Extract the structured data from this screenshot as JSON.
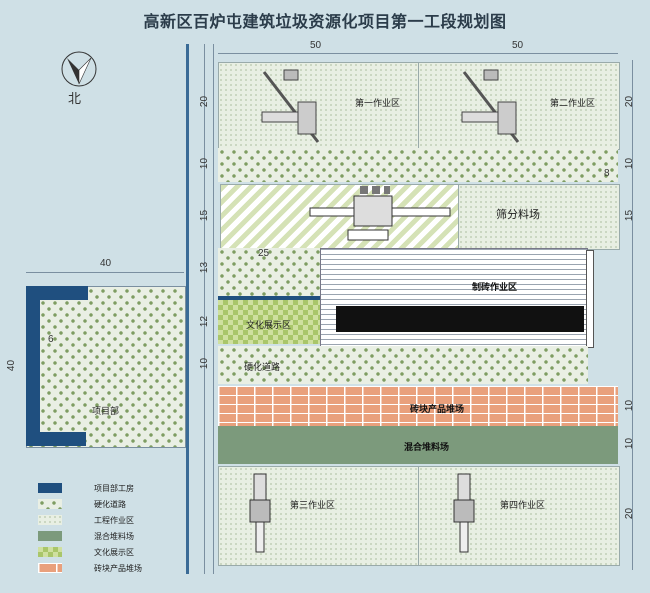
{
  "title": "高新区百炉屯建筑垃圾资源化项目第一工段规划图",
  "compass": {
    "label": "北"
  },
  "dimensions": {
    "top_left_50": "50",
    "top_right_50": "50",
    "right_20_top": "20",
    "left_20_top": "20",
    "left_10_a": "10",
    "right_10_a": "10",
    "right_8": "8",
    "left_15": "15",
    "right_15": "15",
    "dim_25": "25",
    "left_13": "13",
    "left_12": "12",
    "left_10_b": "10",
    "right_10_b": "10",
    "right_10_c": "10",
    "right_20_bottom": "20",
    "block_40_top": "40",
    "block_40_left": "40",
    "block_6": "6"
  },
  "zones": {
    "work1": "第一作业区",
    "work2": "第二作业区",
    "sieve": "筛分料场",
    "brick_work": "制砖作业区",
    "culture": "文化展示区",
    "hard_road": "硬化道路",
    "brick_product": "砖块产品堆场",
    "mixed": "混合堆料场",
    "work3": "第三作业区",
    "work4": "第四作业区",
    "project_dept": "项目部"
  },
  "legend": [
    {
      "label": "项目部工房",
      "swatch": "navy"
    },
    {
      "label": "硬化道路",
      "swatch": "road"
    },
    {
      "label": "工程作业区",
      "swatch": "workarea"
    },
    {
      "label": "混合堆料场",
      "swatch": "green-mix"
    },
    {
      "label": "文化展示区",
      "swatch": "checker"
    },
    {
      "label": "砖块产品堆场",
      "swatch": "brick-band"
    }
  ],
  "colors": {
    "background": "#cfe0e6",
    "navy": "#1f4f7f",
    "mixed_green": "#7c9a7c",
    "brick": "#e9a07c"
  }
}
